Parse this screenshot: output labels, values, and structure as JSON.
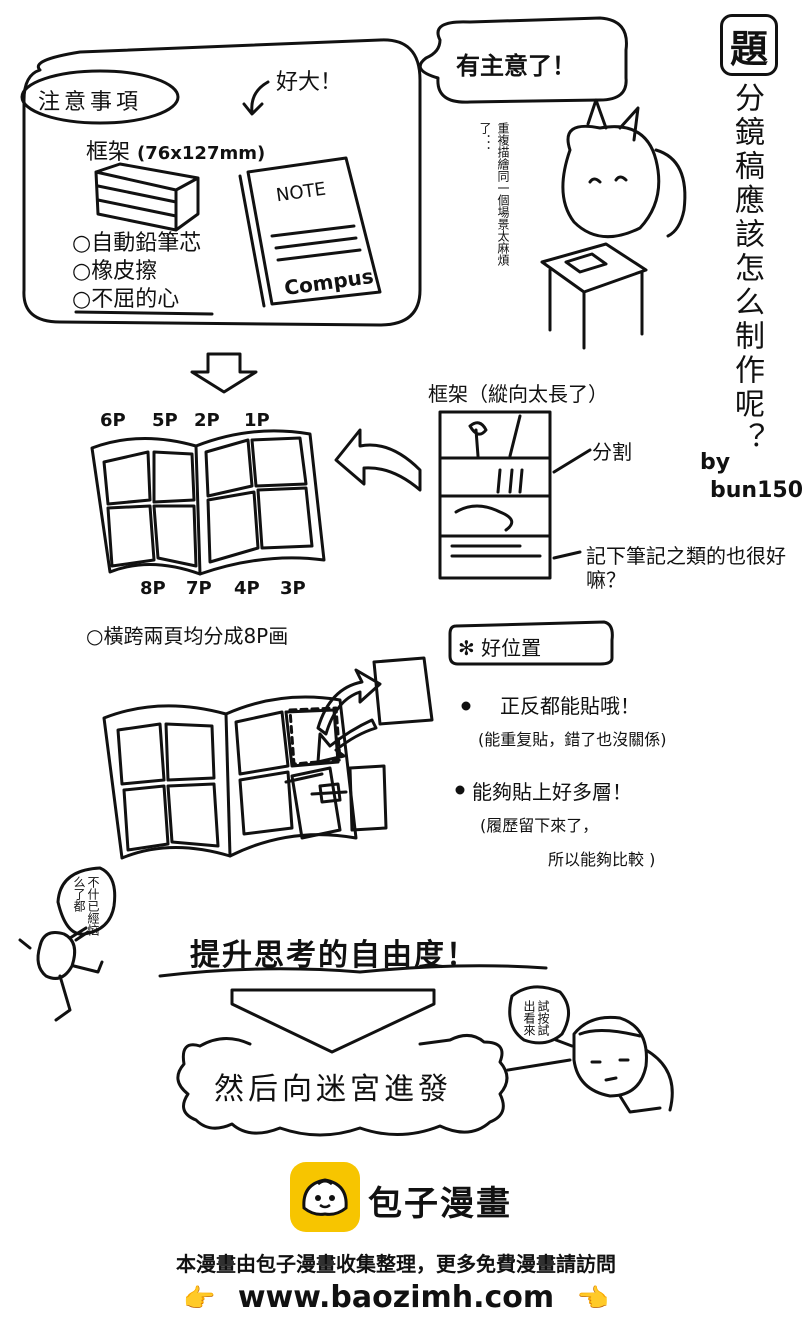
{
  "title": {
    "badge": "題",
    "question": "分鏡稿應該怎么制作呢？",
    "author_prefix": "by",
    "author": "bun150"
  },
  "notice": {
    "heading": "注意事項",
    "big_note": "好大！",
    "frame_label": "框架",
    "frame_size": "(76x127mm)",
    "items": [
      "自動鉛筆芯",
      "橡皮擦",
      "不屈的心"
    ],
    "notebook_top": "NOTE",
    "notebook_brand": "Compus"
  },
  "idea": {
    "speech": "有主意了！",
    "thought": "重複描繪同一個場景太麻煩了．．．"
  },
  "spread": {
    "top_pages": [
      "6P",
      "5P",
      "2P",
      "1P"
    ],
    "bottom_pages": [
      "8P",
      "7P",
      "4P",
      "3P"
    ],
    "caption": "橫跨兩頁均分成8P画"
  },
  "frame_vertical": {
    "label": "框架（縱向太長了）",
    "split": "分割",
    "notes": "記下筆記之類的也很好嘛？"
  },
  "good_points": {
    "heading": "好位置",
    "point1": "正反都能貼哦！",
    "point1_sub": "(能重复貼，錯了也沒關係)",
    "point2": "能夠貼上好多層！",
    "point2_sub": "(履歷留下來了，",
    "point2_sub2": "所以能夠比較 )"
  },
  "chars": {
    "left_bubble": "不什已經恼么了都",
    "right_bubble": "試按試出看來"
  },
  "freedom": {
    "line1": "提升思考的自由度！",
    "line2": "然后向迷宮進發"
  },
  "footer": {
    "brand": "包子漫畫",
    "notice": "本漫畫由包子漫畫收集整理，更多免費漫畫請訪問",
    "url": "www.baozimh.com",
    "pointer_left": "👉",
    "pointer_right": "👈"
  }
}
